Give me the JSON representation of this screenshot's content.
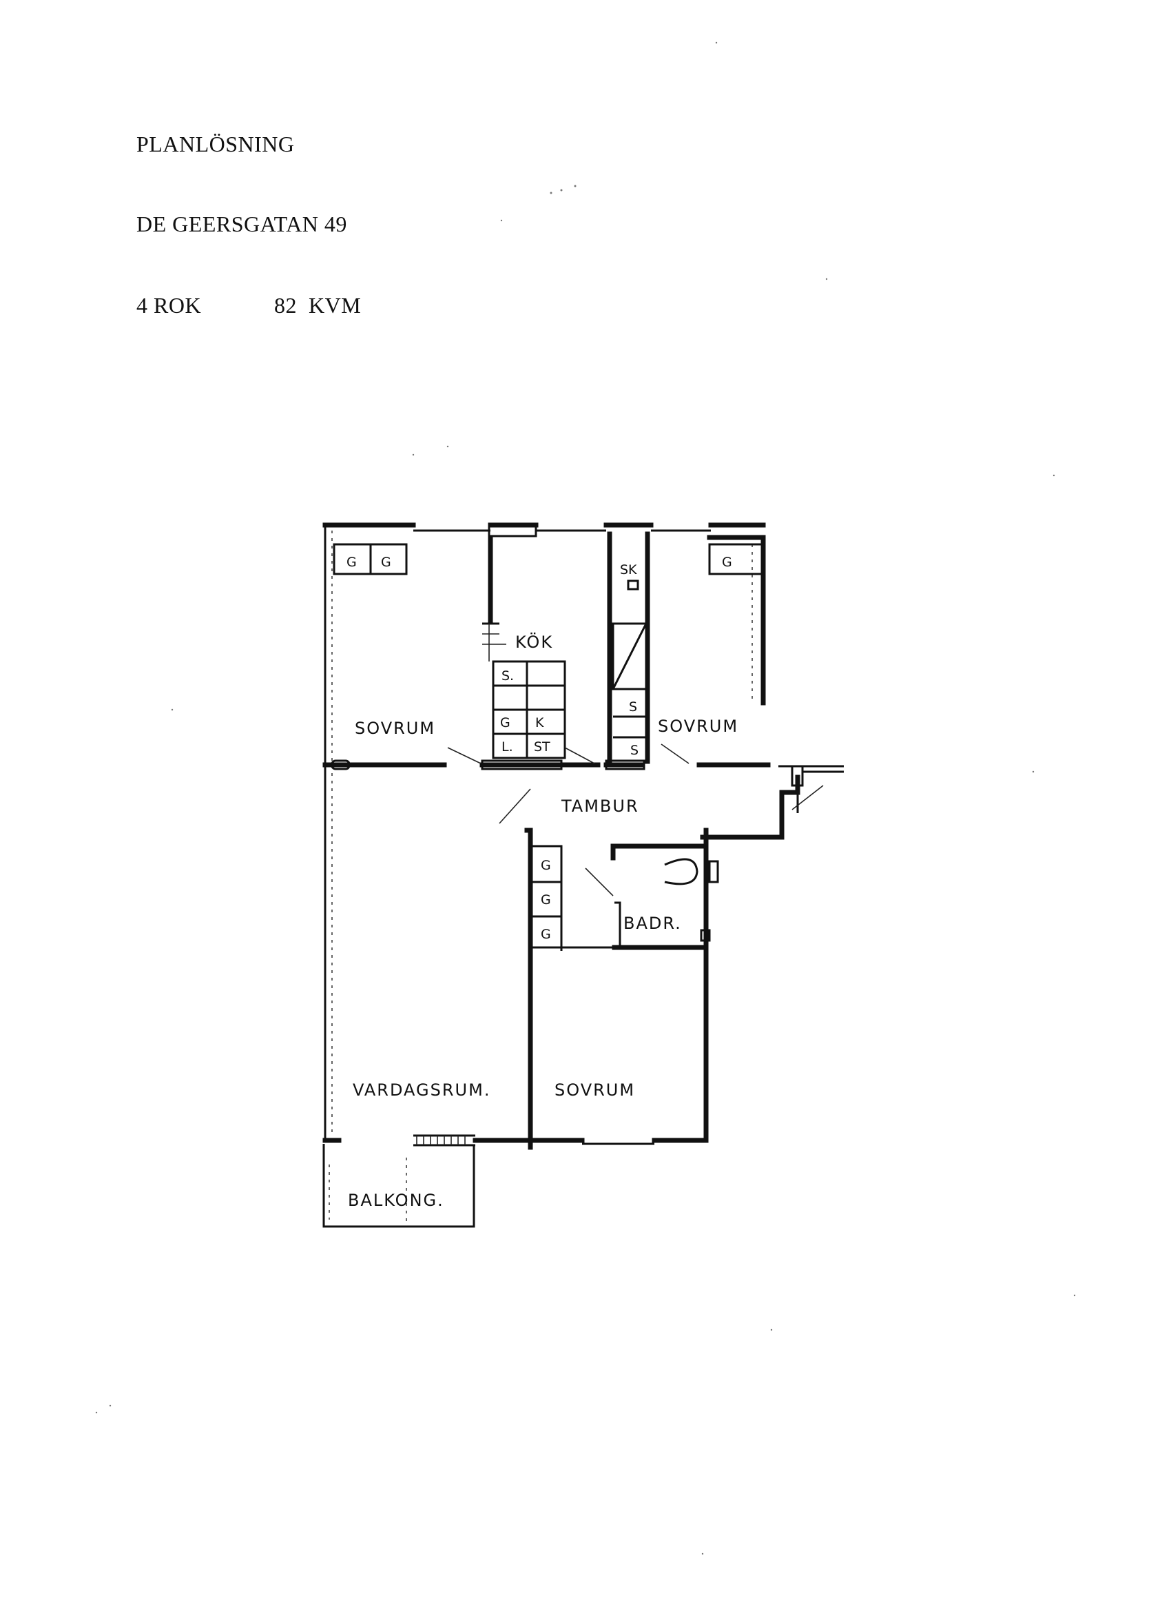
{
  "header": {
    "title": "PLANLÖSNING",
    "address": "DE GEERSGATAN 49",
    "rooms": "4 ROK",
    "area": "82  KVM"
  },
  "rooms": {
    "kitchen": "KÖK",
    "bedroom_left": "SOVRUM",
    "bedroom_right": "SOVRUM",
    "hall": "TAMBUR",
    "bathroom": "BADR.",
    "living_room": "VARDAGSRUM.",
    "bedroom_bottom": "SOVRUM",
    "balcony": "BALKONG."
  },
  "fixtures": {
    "g": "G",
    "s": "S.",
    "s_plain": "S",
    "k": "K",
    "l": "L.",
    "st": "ST",
    "sk": "SK"
  }
}
